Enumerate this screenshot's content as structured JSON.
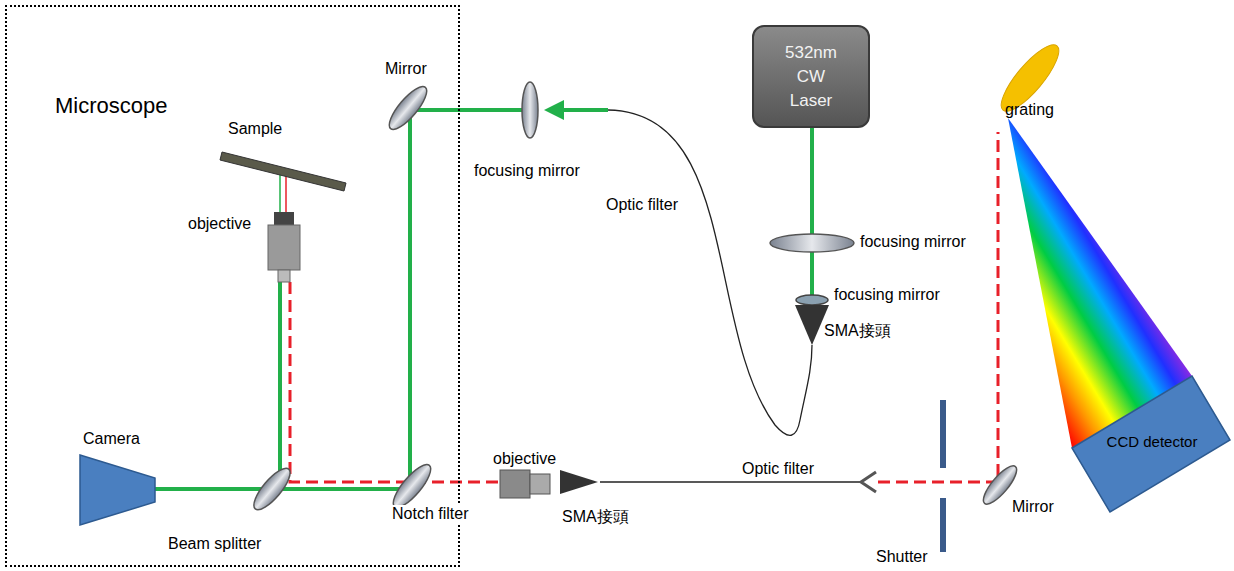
{
  "diagram": {
    "nodes": [
      {
        "text": [
          "Microscope"
        ]
      },
      {
        "text": [
          "Camera"
        ],
        "in": 0
      },
      {
        "text": [
          "532nm CW Laser"
        ]
      },
      {
        "text": [
          "CCD detector"
        ]
      }
    ],
    "labels": [
      "Mirror",
      "Sample",
      "objective",
      "focusing mirror",
      "Optic filter",
      "focusing mirror",
      "focusing mirror",
      "SMA接頭",
      "grating",
      "Beam splitter",
      "Notch filter",
      "objective",
      "SMA接頭",
      "Optic filter",
      "Mirror",
      "Shutter"
    ]
  }
}
